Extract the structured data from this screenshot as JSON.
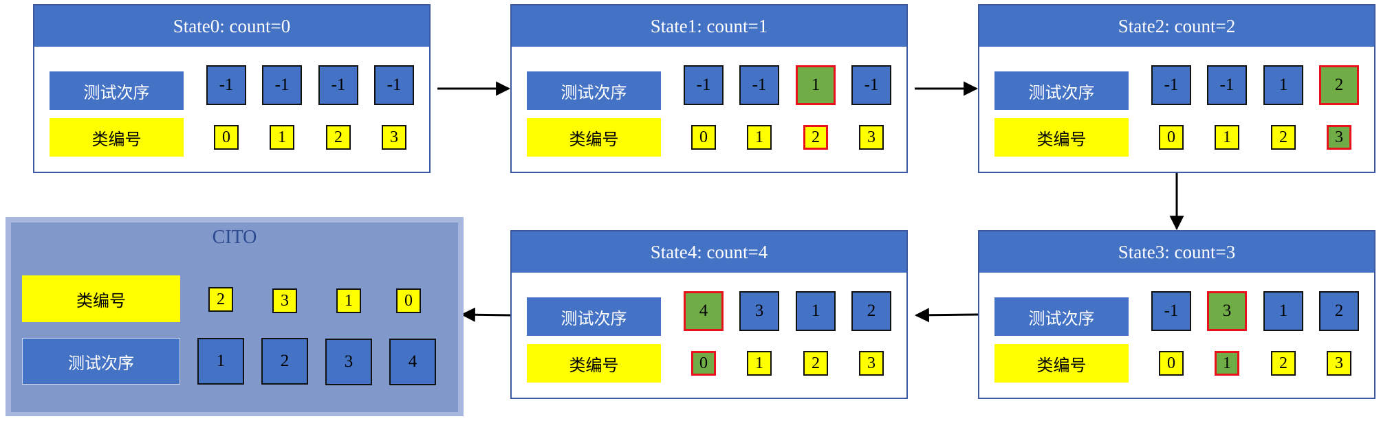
{
  "row_labels": {
    "test_order": "测试次序",
    "class_id": "类编号"
  },
  "states": [
    {
      "title": "State0: count=0",
      "test_order": [
        {
          "v": "-1"
        },
        {
          "v": "-1"
        },
        {
          "v": "-1"
        },
        {
          "v": "-1"
        }
      ],
      "class_id": [
        {
          "v": "0"
        },
        {
          "v": "1"
        },
        {
          "v": "2"
        },
        {
          "v": "3"
        }
      ]
    },
    {
      "title": "State1: count=1",
      "test_order": [
        {
          "v": "-1"
        },
        {
          "v": "-1"
        },
        {
          "v": "1",
          "green": true,
          "red": true
        },
        {
          "v": "-1"
        }
      ],
      "class_id": [
        {
          "v": "0"
        },
        {
          "v": "1"
        },
        {
          "v": "2",
          "red": true
        },
        {
          "v": "3"
        }
      ]
    },
    {
      "title": "State2: count=2",
      "test_order": [
        {
          "v": "-1"
        },
        {
          "v": "-1"
        },
        {
          "v": "1"
        },
        {
          "v": "2",
          "green": true,
          "red": true
        }
      ],
      "class_id": [
        {
          "v": "0"
        },
        {
          "v": "1"
        },
        {
          "v": "2"
        },
        {
          "v": "3",
          "green": true,
          "red": true
        }
      ]
    },
    {
      "title": "State3: count=3",
      "test_order": [
        {
          "v": "-1"
        },
        {
          "v": "3",
          "green": true,
          "red": true
        },
        {
          "v": "1"
        },
        {
          "v": "2"
        }
      ],
      "class_id": [
        {
          "v": "0"
        },
        {
          "v": "1",
          "green": true,
          "red": true
        },
        {
          "v": "2"
        },
        {
          "v": "3"
        }
      ]
    },
    {
      "title": "State4: count=4",
      "test_order": [
        {
          "v": "4",
          "green": true,
          "red": true
        },
        {
          "v": "3"
        },
        {
          "v": "1"
        },
        {
          "v": "2"
        }
      ],
      "class_id": [
        {
          "v": "0",
          "green": true,
          "red": true
        },
        {
          "v": "1"
        },
        {
          "v": "2"
        },
        {
          "v": "3"
        }
      ]
    }
  ],
  "cito": {
    "title": "CITO",
    "class_label": "类编号",
    "test_label": "测试次序",
    "class_id": [
      "2",
      "3",
      "1",
      "0"
    ],
    "test_order": [
      "1",
      "2",
      "3",
      "4"
    ]
  },
  "colors": {
    "header_blue": "#4472c4",
    "cell_yellow": "#ffff00",
    "highlight_green": "#70ad47",
    "highlight_red": "#e8121c",
    "cito_bg": "#8198cb"
  }
}
